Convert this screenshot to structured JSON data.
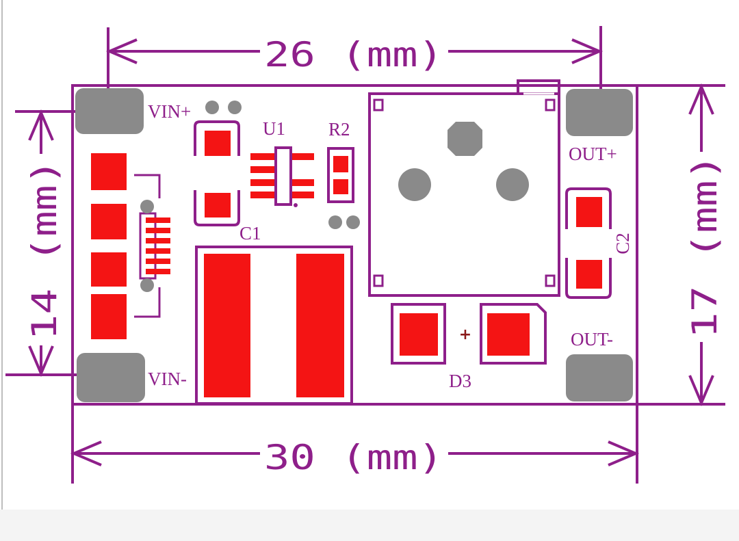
{
  "colors": {
    "outline": "#8e1f8a",
    "pad": "#f41414",
    "hole": "#8a8a8a",
    "background": "#ffffff",
    "bottom_band": "#f4f4f4",
    "marker": "#8b1a1a"
  },
  "dimensions": {
    "top_width": "26 (mm)",
    "bottom_width": "30 (mm)",
    "left_height": "14 (mm)",
    "right_height": "17 (mm)"
  },
  "labels": {
    "vin_plus": "VIN+",
    "vin_minus": "VIN-",
    "out_plus": "OUT+",
    "out_minus": "OUT-",
    "u1": "U1",
    "r2": "R2",
    "c1": "C1",
    "c2": "C2",
    "d3": "D3",
    "polarity": "+"
  }
}
